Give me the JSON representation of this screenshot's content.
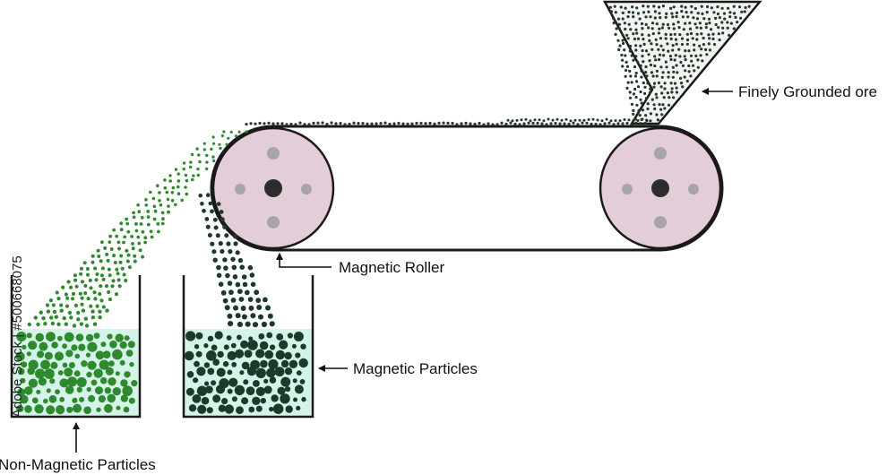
{
  "labels": {
    "ore": "Finely Grounded ore",
    "roller": "Magnetic Roller",
    "magnetic": "Magnetic Particles",
    "non_magnetic": "Non-Magnetic Particles"
  },
  "watermark": "Adobe Stock | #500668075",
  "colors": {
    "roller_fill": "#e3cdd8",
    "bolt_light": "#a6a6a6",
    "axle": "#2d2d2d",
    "magnetic_particles": "#1c3a2a",
    "non_magnetic_particles": "#2f8a2f",
    "ore_particles": "#26392b",
    "container_fill": "#d6f3e9",
    "hopper_fill": "#f1f4f1",
    "outline": "#1a1a1a"
  }
}
